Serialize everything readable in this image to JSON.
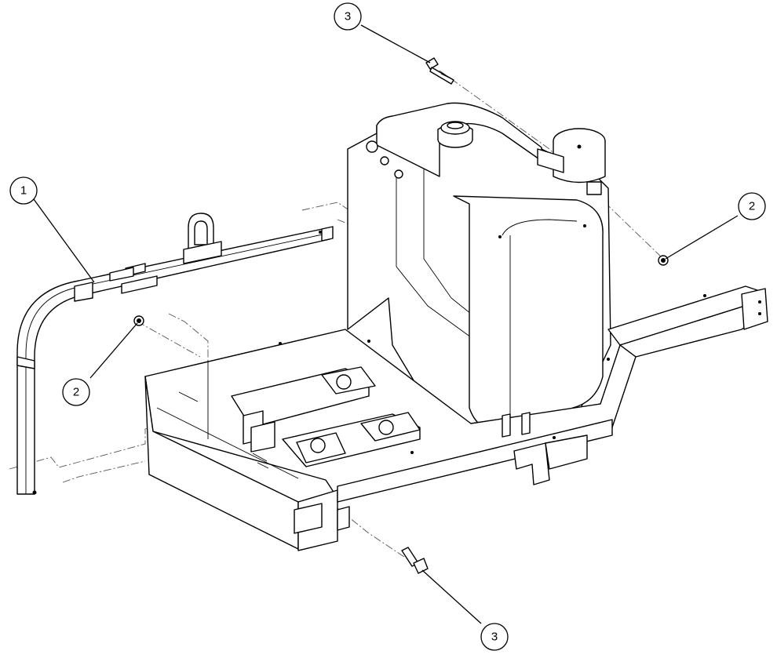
{
  "callouts": [
    {
      "id": "callout-1",
      "label": "1"
    },
    {
      "id": "callout-2a",
      "label": "2"
    },
    {
      "id": "callout-2b",
      "label": "2"
    },
    {
      "id": "callout-3a",
      "label": "3"
    },
    {
      "id": "callout-3b",
      "label": "3"
    }
  ]
}
